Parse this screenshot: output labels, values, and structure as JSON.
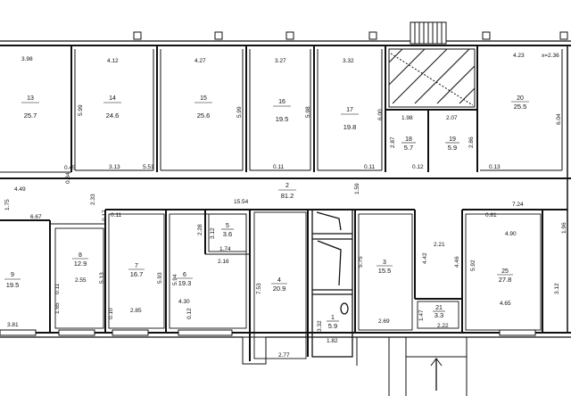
{
  "plan": {
    "rooms": [
      {
        "id": "r13",
        "number": "13",
        "area": "25.7"
      },
      {
        "id": "r14",
        "number": "14",
        "area": "24.6"
      },
      {
        "id": "r15",
        "number": "15",
        "area": "25.6"
      },
      {
        "id": "r16",
        "number": "16",
        "area": "19.5"
      },
      {
        "id": "r17",
        "number": "17",
        "area": "19.8"
      },
      {
        "id": "r18",
        "number": "18",
        "area": "5.7"
      },
      {
        "id": "r19",
        "number": "19",
        "area": "5.9"
      },
      {
        "id": "r20",
        "number": "20",
        "area": "25.5"
      },
      {
        "id": "r2",
        "number": "2",
        "area": "81.2"
      },
      {
        "id": "r9",
        "number": "9",
        "area": "19.5"
      },
      {
        "id": "r8",
        "number": "8",
        "area": "12.9"
      },
      {
        "id": "r7",
        "number": "7",
        "area": "16.7"
      },
      {
        "id": "r6",
        "number": "6",
        "area": "19.3"
      },
      {
        "id": "r5",
        "number": "5",
        "area": "3.6"
      },
      {
        "id": "r4",
        "number": "4",
        "area": "20.9"
      },
      {
        "id": "r3",
        "number": "3",
        "area": "15.5"
      },
      {
        "id": "r1",
        "number": "1",
        "area": "5.9"
      },
      {
        "id": "r21",
        "number": "21",
        "area": "3.3"
      },
      {
        "id": "r25",
        "number": "25",
        "area": "27.8"
      }
    ],
    "dimensions": [
      "3.98",
      "4.12",
      "4.27",
      "3.27",
      "3.32",
      "4.23",
      "x=2.36",
      "5.99",
      "5.99",
      "5.98",
      "6.00",
      "6.04",
      "1.98",
      "2.07",
      "2.87",
      "2.86",
      "0.45",
      "0.34",
      "4.49",
      "2.33",
      "15.54",
      "1.59",
      "7.24",
      "1.75",
      "6.67",
      "3.13",
      "5.51",
      "0.11",
      "0.11",
      "0.12",
      "0.13",
      "0.17",
      "0.11",
      "2.28",
      "3.12",
      "1.74",
      "2.16",
      "7.53",
      "5.75",
      "2.21",
      "4.42",
      "4.46",
      "5.92",
      "4.90",
      "1.96",
      "2.55",
      "5.13",
      "5.93",
      "5.94",
      "4.30",
      "2.85",
      "3.81",
      "0.11",
      "1.65",
      "0.10",
      "0.12",
      "3.32",
      "1.82",
      "2.69",
      "2.77",
      "1.47",
      "2.22",
      "4.65",
      "3.12",
      "0.81"
    ]
  }
}
